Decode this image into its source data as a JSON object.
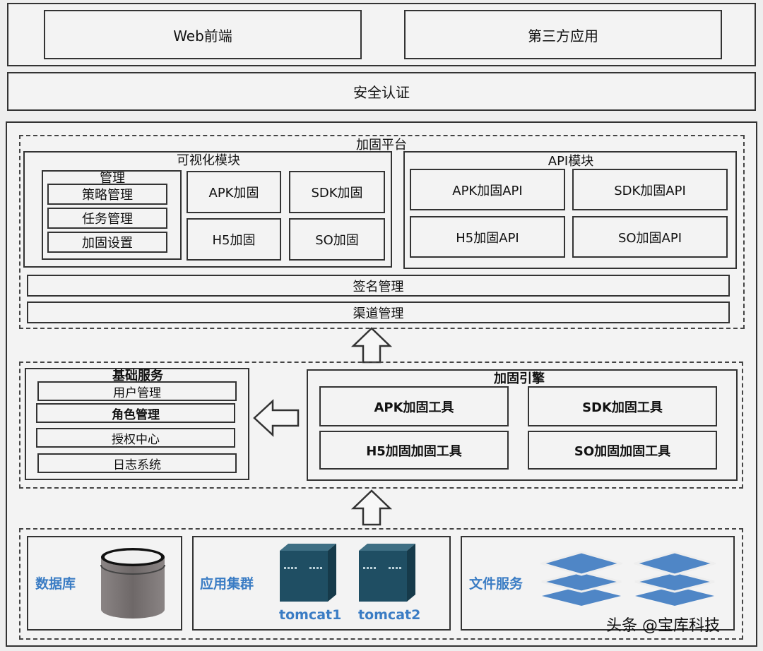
{
  "top": {
    "web_frontend": "Web前端",
    "third_party": "第三方应用",
    "security_auth": "安全认证"
  },
  "platform": {
    "title": "加固平台",
    "visual_module": {
      "title": "可视化模块",
      "management": {
        "title": "管理",
        "items": [
          "策略管理",
          "任务管理",
          "加固设置"
        ]
      },
      "items": [
        "APK加固",
        "SDK加固",
        "H5加固",
        "SO加固"
      ]
    },
    "api_module": {
      "title": "API模块",
      "items": [
        "APK加固API",
        "SDK加固API",
        "H5加固API",
        "SO加固API"
      ]
    },
    "signature_mgmt": "签名管理",
    "channel_mgmt": "渠道管理"
  },
  "basic_services": {
    "title": "基础服务",
    "items": [
      "用户管理",
      "角色管理",
      "授权中心",
      "日志系统"
    ]
  },
  "engine": {
    "title": "加固引擎",
    "items": [
      "APK加固工具",
      "SDK加固工具",
      "H5加固加固工具",
      "SO加固加固工具"
    ]
  },
  "infrastructure": {
    "database": "数据库",
    "app_cluster": "应用集群",
    "servers": [
      "tomcat1",
      "tomcat2"
    ],
    "file_service": "文件服务"
  },
  "watermark": "头条 @宝库科技",
  "colors": {
    "label_blue": "#3a7cc4",
    "server_teal": "#1f4e63",
    "layer_blue": "#4f86c6",
    "db_gray": "#7a7474"
  }
}
